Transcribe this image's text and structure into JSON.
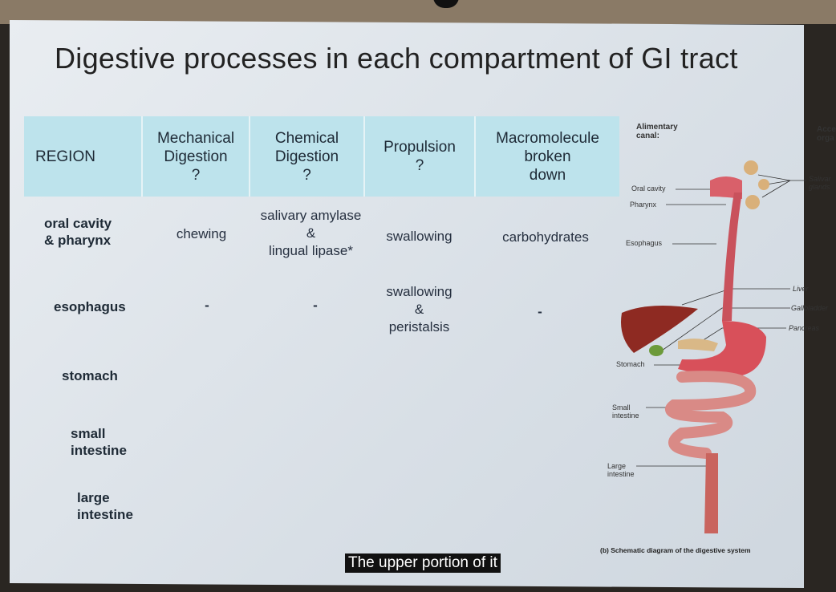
{
  "title": "Digestive processes in each compartment of GI tract",
  "table": {
    "headers": [
      "REGION",
      "Mechanical\nDigestion\n?",
      "Chemical\nDigestion\n?",
      "Propulsion\n?",
      "Macromolecule\nbroken\ndown"
    ],
    "rows": [
      {
        "region": "oral cavity\n& pharynx",
        "mechanical": "chewing",
        "chemical": "salivary amylase\n&\nlingual lipase*",
        "propulsion": "swallowing",
        "macromolecule": "carbohydrates"
      },
      {
        "region": "esophagus",
        "mechanical": "-",
        "chemical": "-",
        "propulsion": "swallowing\n&\nperistalsis",
        "macromolecule": "-"
      },
      {
        "region": "stomach",
        "mechanical": "",
        "chemical": "",
        "propulsion": "",
        "macromolecule": ""
      },
      {
        "region": "small\nintestine",
        "mechanical": "",
        "chemical": "",
        "propulsion": "",
        "macromolecule": ""
      },
      {
        "region": "large\nintestine",
        "mechanical": "",
        "chemical": "",
        "propulsion": "",
        "macromolecule": ""
      }
    ]
  },
  "diagram": {
    "alimentary_heading": "Alimentary\ncanal:",
    "accessory_heading": "Acce\norga",
    "labels_left": [
      "Oral cavity",
      "Pharynx",
      "Esophagus",
      "Stomach",
      "Small\nintestine",
      "Large\nintestine"
    ],
    "labels_right": [
      "Salivar\nglands",
      "Liver",
      "Gallbladder",
      "Pancreas"
    ],
    "caption": "(b) Schematic diagram of the digestive system"
  },
  "subtitle_caption": "The upper portion of it"
}
